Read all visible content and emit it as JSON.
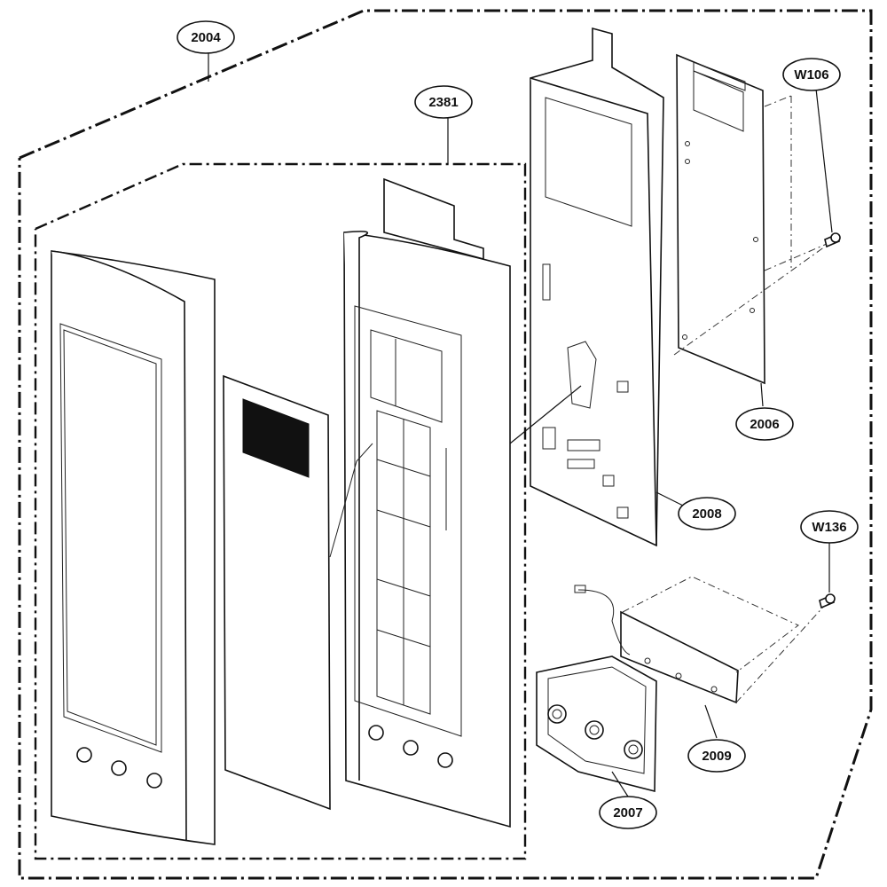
{
  "callouts": {
    "c2004": "2004",
    "c2381": "2381",
    "c2008": "2008",
    "c2006": "2006",
    "cW106": "W106",
    "cW136": "W136",
    "c2009": "2009",
    "c2007": "2007"
  }
}
